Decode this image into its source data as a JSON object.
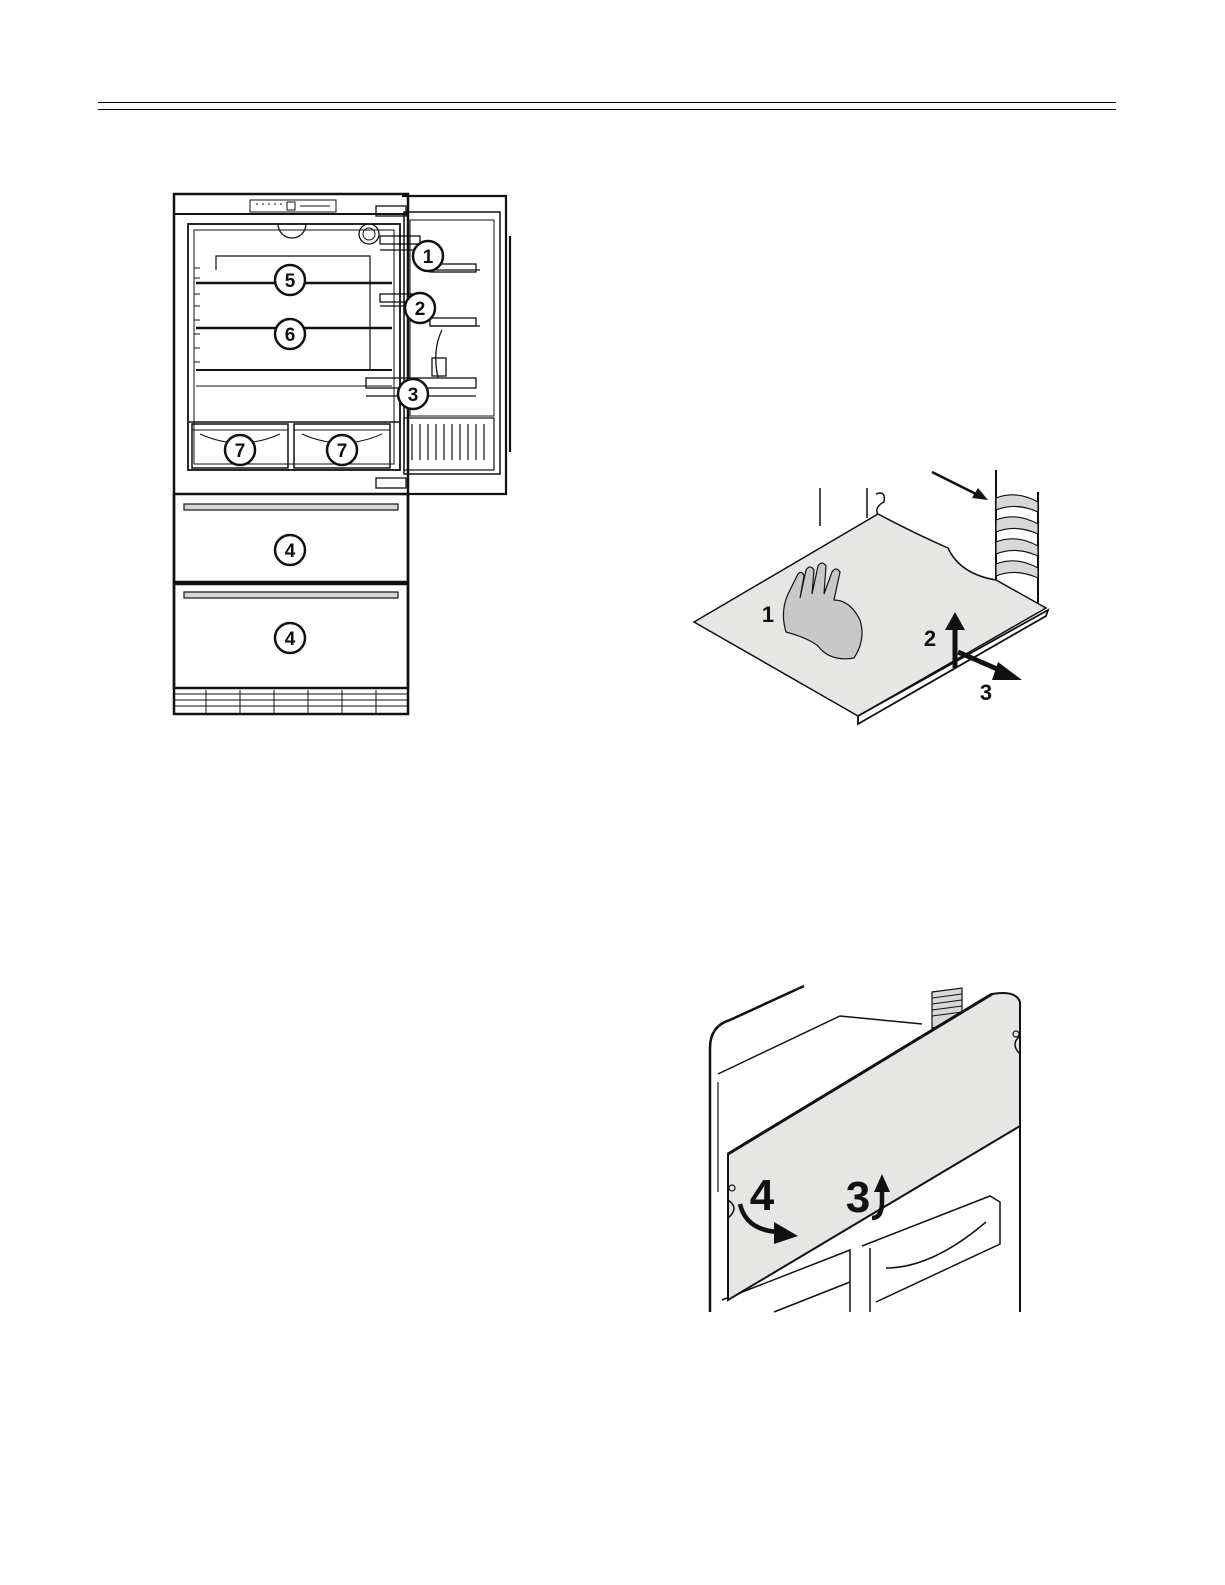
{
  "header": {
    "rule": "double"
  },
  "figures": [
    {
      "id": "fridge-overview",
      "callouts": [
        "1",
        "2",
        "3",
        "4",
        "4",
        "5",
        "6",
        "7",
        "7"
      ]
    },
    {
      "id": "shelf-removal",
      "steps": [
        "1",
        "2",
        "3"
      ]
    },
    {
      "id": "cover-removal",
      "steps": [
        "4",
        "3"
      ]
    }
  ],
  "colors": {
    "line": "#111111",
    "panel": "#e6e6e4",
    "hand": "#c8c8c8"
  }
}
